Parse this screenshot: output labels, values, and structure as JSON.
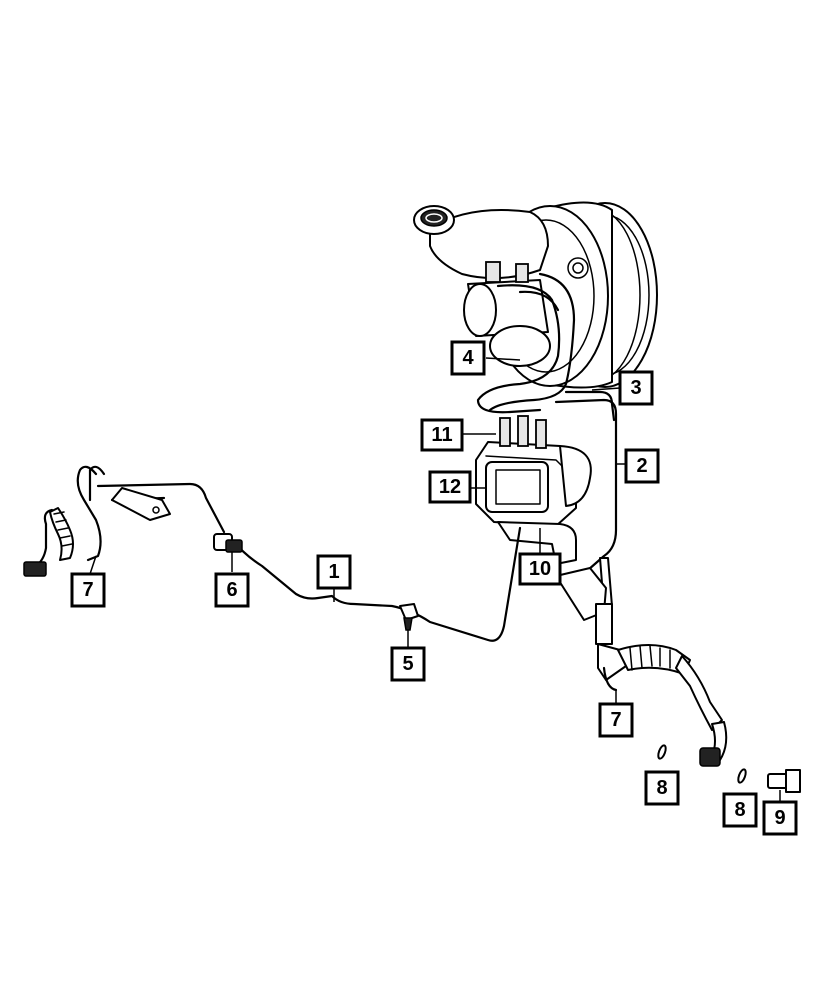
{
  "callouts": [
    {
      "id": "c1",
      "label": "1"
    },
    {
      "id": "c2",
      "label": "2"
    },
    {
      "id": "c3",
      "label": "3"
    },
    {
      "id": "c4",
      "label": "4"
    },
    {
      "id": "c5",
      "label": "5"
    },
    {
      "id": "c6",
      "label": "6"
    },
    {
      "id": "c7a",
      "label": "7"
    },
    {
      "id": "c7b",
      "label": "7"
    },
    {
      "id": "c8a",
      "label": "8"
    },
    {
      "id": "c8b",
      "label": "8"
    },
    {
      "id": "c9",
      "label": "9"
    },
    {
      "id": "c10",
      "label": "10"
    },
    {
      "id": "c11",
      "label": "11"
    },
    {
      "id": "c12",
      "label": "12"
    }
  ]
}
